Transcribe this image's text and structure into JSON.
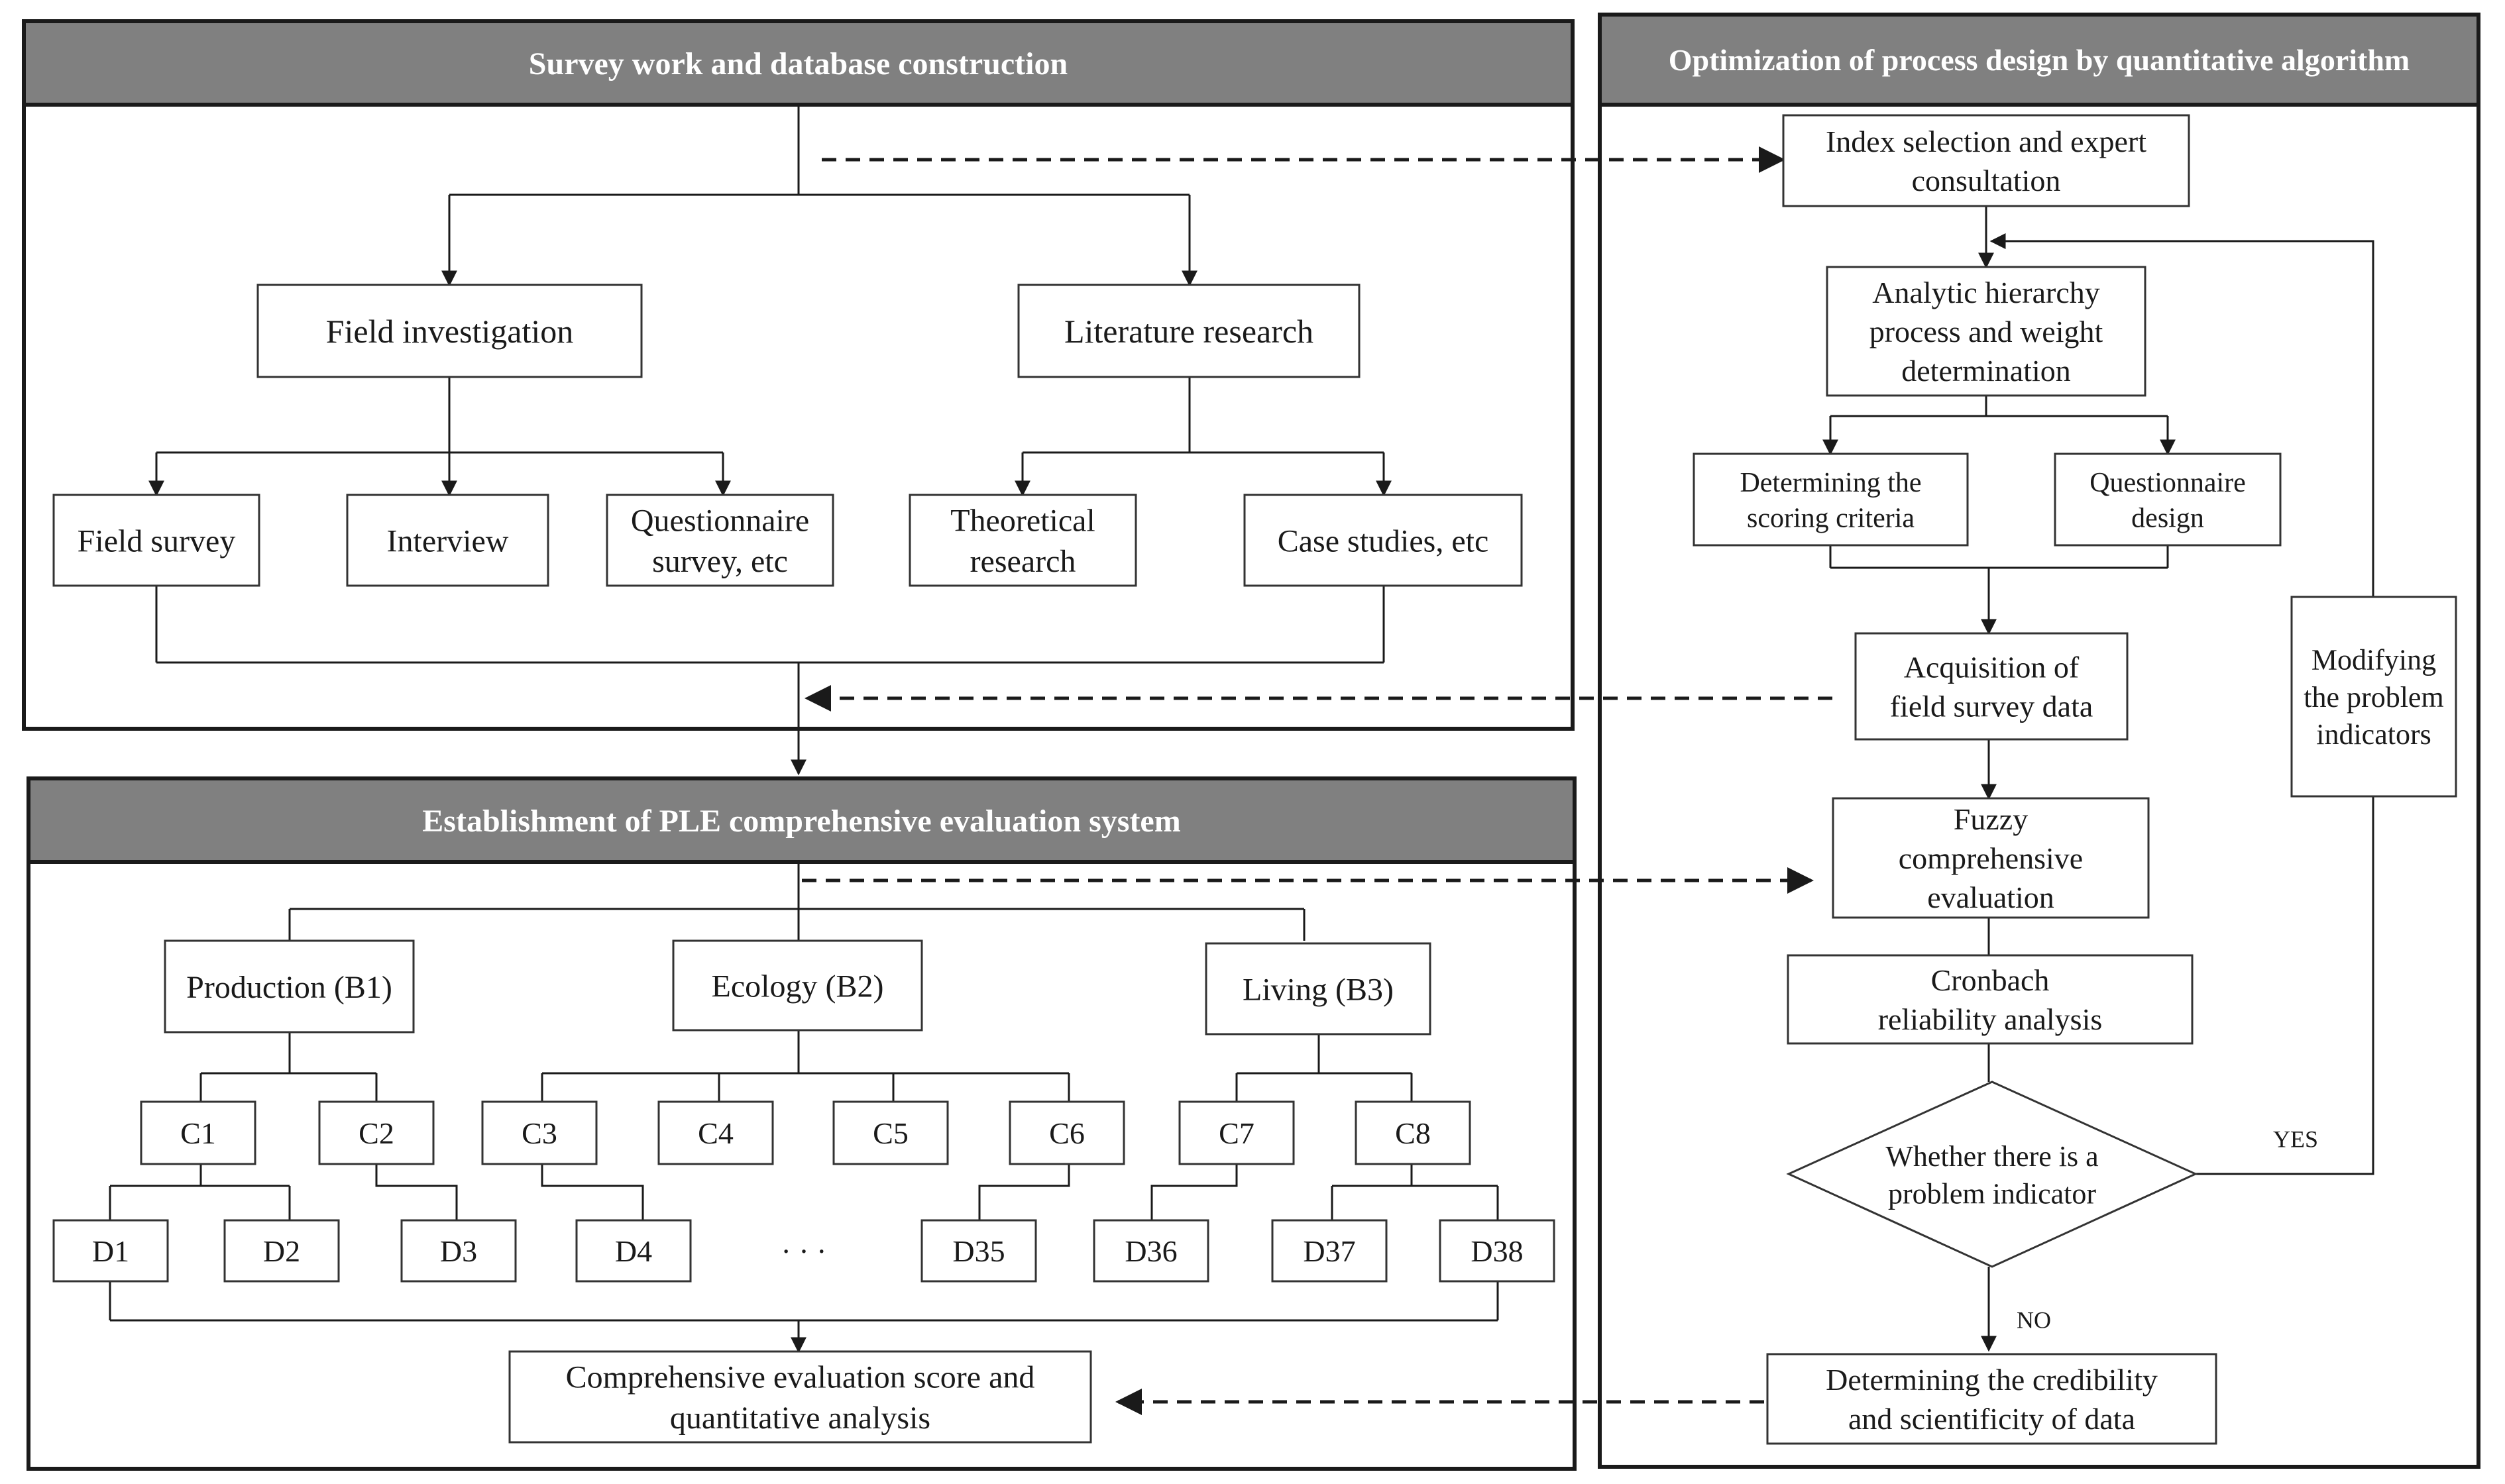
{
  "panels": {
    "survey": {
      "title": "Survey work and database construction"
    },
    "optimization": {
      "title": "Optimization of process design by quantitative algorithm"
    },
    "establishment": {
      "title": "Establishment of PLE comprehensive evaluation system"
    }
  },
  "survey": {
    "field_investigation": "Field investigation",
    "literature_research": "Literature research",
    "field_survey": "Field survey",
    "interview": "Interview",
    "questionnaire_survey": [
      "Questionnaire",
      "survey, etc"
    ],
    "theoretical_research": [
      "Theoretical",
      "research"
    ],
    "case_studies": "Case studies, etc"
  },
  "optimization": {
    "index_selection": [
      "Index selection and expert",
      "consultation"
    ],
    "ahp": [
      "Analytic hierarchy",
      "process and weight",
      "determination"
    ],
    "scoring_criteria": [
      "Determining the",
      "scoring criteria"
    ],
    "questionnaire_design": [
      "Questionnaire",
      "design"
    ],
    "acquisition": [
      "Acquisition of",
      "field survey data"
    ],
    "fuzzy": [
      "Fuzzy",
      "comprehensive",
      "evaluation"
    ],
    "cronbach": [
      "Cronbach",
      "reliability analysis"
    ],
    "decision": [
      "Whether there is a",
      "problem indicator"
    ],
    "modifying": [
      "Modifying",
      "the problem",
      "indicators"
    ],
    "credibility": [
      "Determining the credibility",
      "and scientificity of data"
    ],
    "yes_label": "YES",
    "no_label": "NO"
  },
  "establishment": {
    "production": "Production (B1)",
    "ecology": "Ecology (B2)",
    "living": "Living (B3)",
    "c_nodes": [
      "C1",
      "C2",
      "C3",
      "C4",
      "C5",
      "C6",
      "C7",
      "C8"
    ],
    "d_nodes": [
      "D1",
      "D2",
      "D3",
      "D4",
      "D35",
      "D36",
      "D37",
      "D38"
    ],
    "ellipsis": "· · ·",
    "final": [
      "Comprehensive evaluation score and",
      "quantitative analysis"
    ]
  },
  "colors": {
    "header_fill": "#808080",
    "border": "#1a1a1a",
    "node_border": "#333333"
  }
}
